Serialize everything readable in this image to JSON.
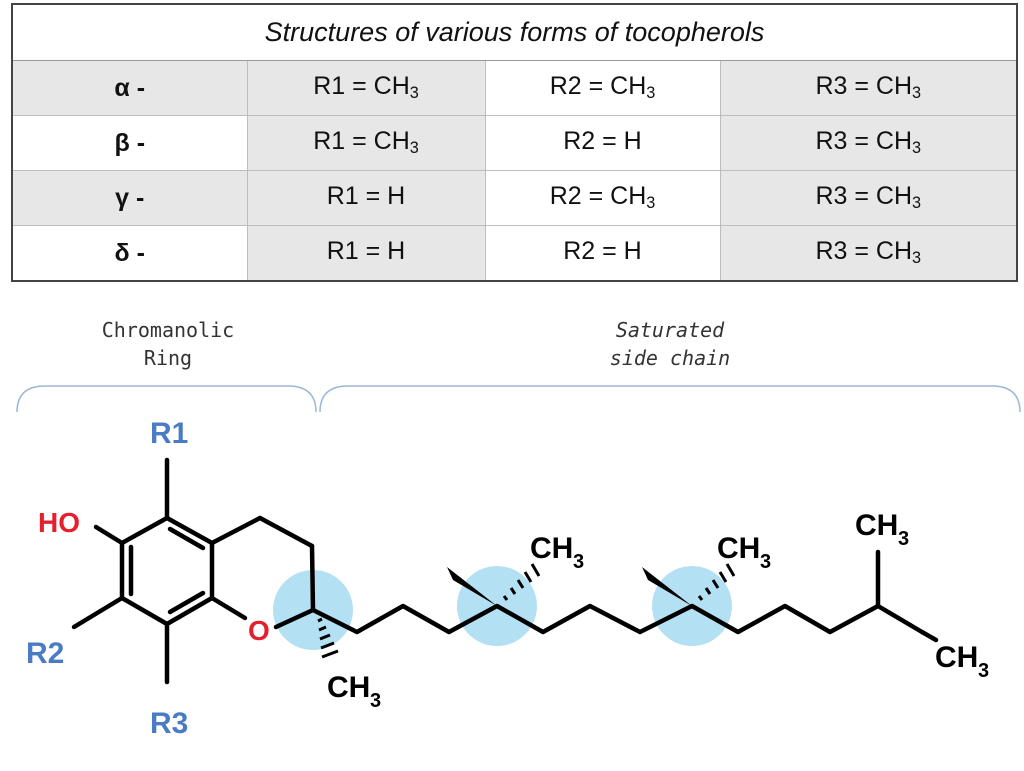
{
  "table": {
    "title": "Structures of various forms of tocopherols",
    "rows": [
      {
        "form": "α -",
        "r1": "R1 = CH",
        "r1_sub": "3",
        "r2": "R2 = CH",
        "r2_sub": "3",
        "r3": "R3 = CH",
        "r3_sub": "3"
      },
      {
        "form": "β -",
        "r1": "R1 = CH",
        "r1_sub": "3",
        "r2": "R2 = H",
        "r2_sub": "",
        "r3": "R3 = CH",
        "r3_sub": "3"
      },
      {
        "form": "γ -",
        "r1": "R1 = H",
        "r1_sub": "",
        "r2": "R2 = CH",
        "r2_sub": "3",
        "r3": "R3 = CH",
        "r3_sub": "3"
      },
      {
        "form": "δ -",
        "r1": "R1 = H",
        "r1_sub": "",
        "r2": "R2 = H",
        "r2_sub": "",
        "r3": "R3 = CH",
        "r3_sub": "3"
      }
    ]
  },
  "diagram": {
    "ring_region": {
      "line1": "Chromanolic",
      "line2": "Ring"
    },
    "chain_region": {
      "line1": "Saturated",
      "line2": "side chain"
    },
    "substituents": {
      "r1": "R1",
      "r2": "R2",
      "r3": "R3"
    },
    "hydroxyl": "HO",
    "ring_oxygen": "O",
    "methyl": "CH",
    "methyl_sub": "3",
    "colors": {
      "substituent": "#4a7cc4",
      "heteroatom": "#e4202e",
      "stereocenter": "#b3e0f2",
      "bracket": "#9db7d6"
    }
  }
}
